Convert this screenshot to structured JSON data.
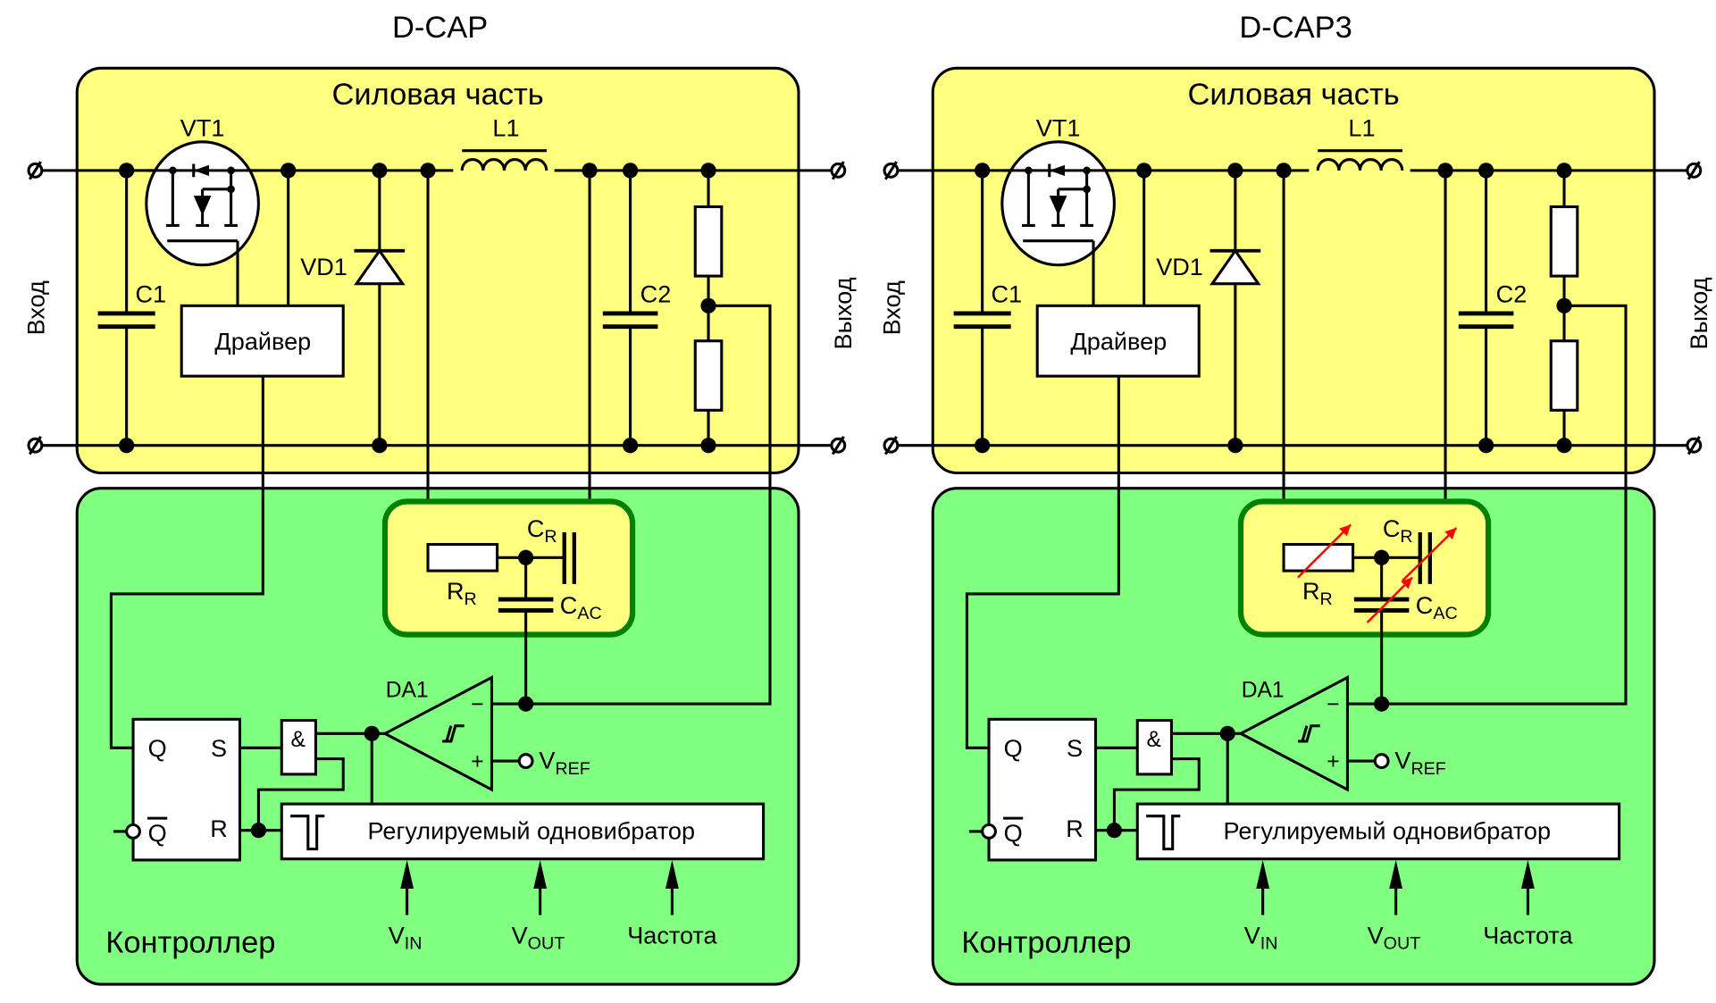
{
  "colors": {
    "power_block": "#ffff80",
    "controller_block": "#80ff80",
    "rc_border": "#008000",
    "adjust_arrow": "#ff0000"
  },
  "panels": [
    {
      "title": "D-CAP",
      "power_label": "Силовая часть",
      "controller_label": "Контроллер",
      "input_label": "Вход",
      "output_label": "Выход",
      "vt1": "VT1",
      "l1": "L1",
      "c1": "C1",
      "c2": "C2",
      "vd1": "VD1",
      "driver": "Драйвер",
      "cr": {
        "main": "C",
        "sub": "R"
      },
      "rr": {
        "main": "R",
        "sub": "R"
      },
      "cac": {
        "main": "C",
        "sub": "AC"
      },
      "da1": "DA1",
      "minus": "−",
      "plus": "+",
      "vref": {
        "main": "V",
        "sub": "REF"
      },
      "and": "&",
      "ff": {
        "q": "Q",
        "s": "S",
        "qbar": "Q",
        "r": "R"
      },
      "oneshot": "Регулируемый одновибратор",
      "vin": {
        "main": "V",
        "sub": "IN"
      },
      "vout": {
        "main": "V",
        "sub": "OUT"
      },
      "freq": "Частота",
      "adjustable": false
    },
    {
      "title": "D-CAP3",
      "power_label": "Силовая часть",
      "controller_label": "Контроллер",
      "input_label": "Вход",
      "output_label": "Выход",
      "vt1": "VT1",
      "l1": "L1",
      "c1": "C1",
      "c2": "C2",
      "vd1": "VD1",
      "driver": "Драйвер",
      "cr": {
        "main": "C",
        "sub": "R"
      },
      "rr": {
        "main": "R",
        "sub": "R"
      },
      "cac": {
        "main": "C",
        "sub": "AC"
      },
      "da1": "DA1",
      "minus": "−",
      "plus": "+",
      "vref": {
        "main": "V",
        "sub": "REF"
      },
      "and": "&",
      "ff": {
        "q": "Q",
        "s": "S",
        "qbar": "Q",
        "r": "R"
      },
      "oneshot": "Регулируемый одновибратор",
      "vin": {
        "main": "V",
        "sub": "IN"
      },
      "vout": {
        "main": "V",
        "sub": "OUT"
      },
      "freq": "Частота",
      "adjustable": true
    }
  ]
}
